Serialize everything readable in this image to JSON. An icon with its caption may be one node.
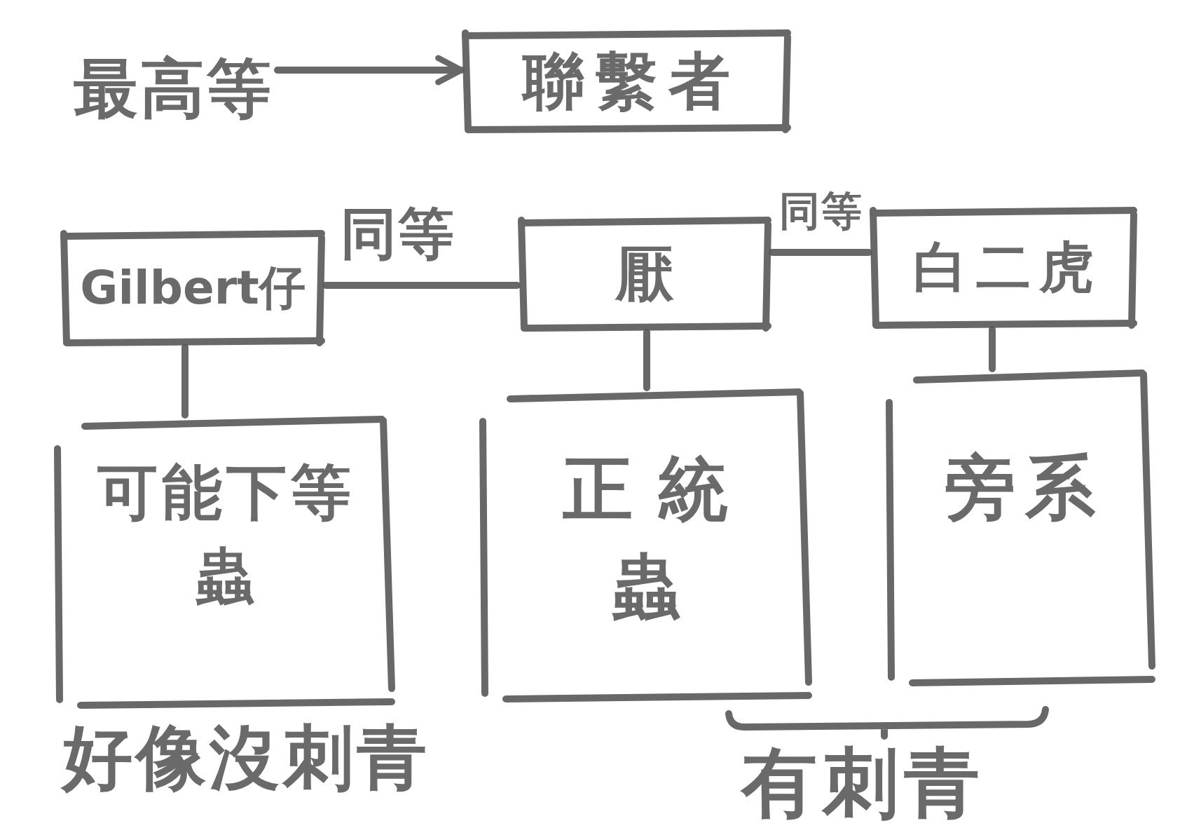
{
  "diagram": {
    "nodes": [
      {
        "text": [
          "最高等"
        ]
      },
      {
        "text": [
          "聯繫者"
        ]
      },
      {
        "text": [
          "Gilbert仔"
        ]
      },
      {
        "text": [
          "厭"
        ]
      },
      {
        "text": [
          "白二虎"
        ]
      },
      {
        "text": [
          "可能下等蟲"
        ],
        "beside": [
          "好像沒刺青"
        ]
      },
      {
        "text": [
          "正統蟲"
        ]
      },
      {
        "text": [
          "旁系"
        ]
      }
    ],
    "edges": [
      {
        "from": 0,
        "to": 1,
        "arrow": "to"
      },
      {
        "from": 2,
        "to": 3,
        "arrow": "none",
        "label": "同等"
      },
      {
        "from": 3,
        "to": 4,
        "arrow": "none",
        "label": "同等"
      },
      {
        "from": 2,
        "to": 5,
        "arrow": "none"
      },
      {
        "from": 3,
        "to": 6,
        "arrow": "none"
      },
      {
        "from": 4,
        "to": 7,
        "arrow": "none"
      }
    ],
    "labels": [
      "有刺青"
    ]
  }
}
